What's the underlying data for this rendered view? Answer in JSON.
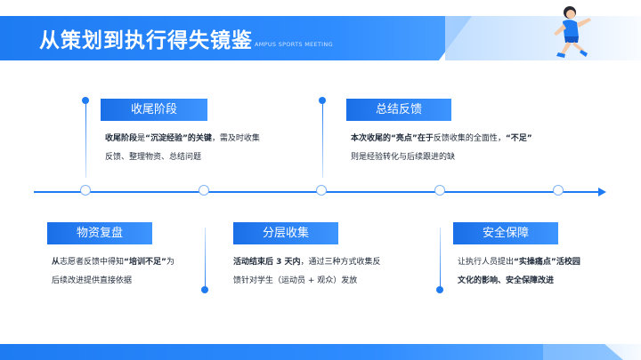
{
  "header": {
    "title": "从策划到执行得失镜鉴",
    "subtitle": "AMPUS SPORTS MEETING"
  },
  "top_items": [
    {
      "label": "收尾阶段",
      "desc_line1_strong_a": "收尾阶段",
      "desc_line1_mid": "是",
      "desc_line1_strong_b": "“沉淀经验”的关键",
      "desc_line1_rest": "，需及时收集",
      "desc_line2": "反馈、整理物资、总结问题"
    },
    {
      "label": "总结反馈",
      "desc_line1_strong_a": "本次收尾的“亮点”在于",
      "desc_line1_mid": "反馈收集的全面性，",
      "desc_line1_strong_b": "“不足”",
      "desc_line2": "则是经验转化与后续跟进的缺"
    }
  ],
  "bottom_items": [
    {
      "label": "物资复盘",
      "desc_line1_strong_a": "从",
      "desc_line1_mid": "志愿者反馈中得知",
      "desc_line1_strong_b": "“培训不足”",
      "desc_line1_rest": "为",
      "desc_line2": "后续改进提供直接依据"
    },
    {
      "label": "分层收集",
      "desc_line1_strong_a": "活动结束后 3 天内",
      "desc_line1_mid": "，通过三种方式收集反",
      "desc_line2": "馈针对学生（运动员 + 观众）发放"
    },
    {
      "label": "安全保障",
      "desc_line1_mid": "让执行人员提出",
      "desc_line1_strong_b": "“实操痛点”活校园",
      "desc_line2": "文化的影响、安全保障改进"
    }
  ],
  "colors": {
    "accent": "#1e7bf2",
    "accent_light": "#3d95ff",
    "text": "#1f2a3a"
  },
  "icons": {
    "header_image": "runner-figure"
  }
}
